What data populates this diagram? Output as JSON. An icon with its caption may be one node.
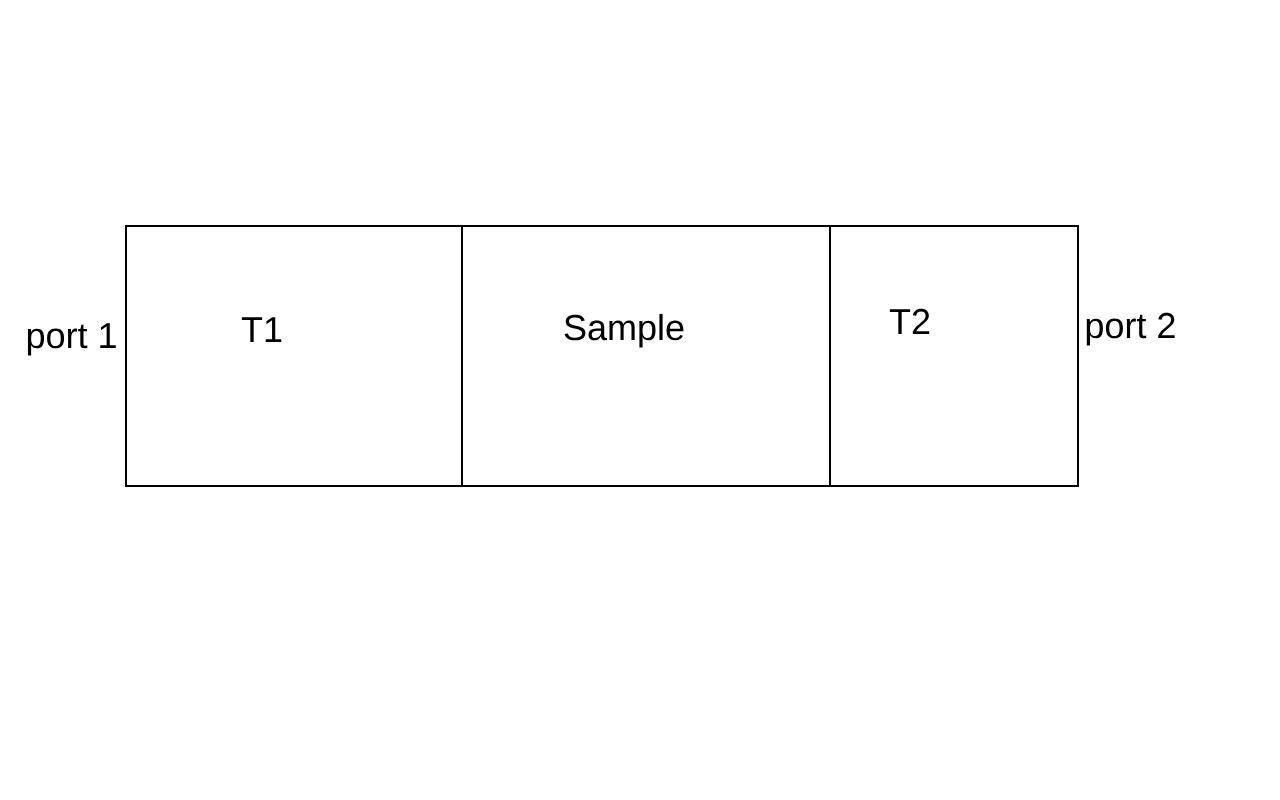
{
  "diagram": {
    "nodes": [
      {
        "text": [
          "T1"
        ],
        "beside": [
          "port 1"
        ]
      },
      {
        "text": [
          "Sample"
        ]
      },
      {
        "text": [
          "T2"
        ],
        "beside": [
          "port 2"
        ]
      }
    ]
  }
}
